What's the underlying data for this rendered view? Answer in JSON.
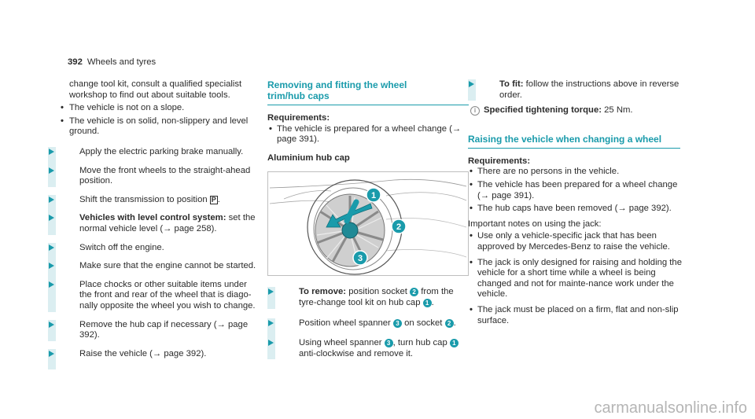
{
  "header": {
    "page_number": "392",
    "section": "Wheels and tyres"
  },
  "col1": {
    "continued": "change tool kit, consult a qualified specialist workshop to find out about suitable tools.",
    "bullets": [
      "The vehicle is not on a slope.",
      "The vehicle is on solid, non-slippery and level ground."
    ],
    "steps": [
      {
        "text": "Apply the electric parking brake manually."
      },
      {
        "text": "Move the front wheels to the straight-ahead position."
      },
      {
        "text": "Shift the transmission to position ",
        "suffix": "."
      },
      {
        "bold": "Vehicles with level control system:",
        "text": " set the normal vehicle level (→ page 258)."
      },
      {
        "text": "Switch off the engine."
      },
      {
        "text": "Make sure that the engine cannot be started."
      },
      {
        "text": "Place chocks or other suitable items under the front and rear of the wheel that is diago-nally opposite the wheel you wish to change."
      },
      {
        "text": "Remove the hub cap if necessary (→ page 392)."
      },
      {
        "text": "Raise the vehicle (→ page 392)."
      }
    ],
    "gear_symbol": "P"
  },
  "col2": {
    "heading": "Removing and fitting the wheel trim/hub caps",
    "requirements_label": "Requirements:",
    "requirements": [
      "The vehicle is prepared for a wheel change (→ page 391)."
    ],
    "subheading": "Aluminium hub cap",
    "figure_callouts": [
      "1",
      "2",
      "3"
    ],
    "step1": {
      "bold": "To remove:",
      "a": " position socket ",
      "b": " from the tyre-change tool kit on hub cap ",
      "c": "."
    },
    "step2": {
      "a": "Position wheel spanner ",
      "b": " on socket ",
      "c": "."
    },
    "step3": {
      "a": "Using wheel spanner ",
      "b": ", turn hub cap ",
      "c": " anti-clockwise and remove it."
    }
  },
  "col3": {
    "fit": {
      "bold": "To fit:",
      "text": " follow the instructions above in reverse order."
    },
    "spec": {
      "bold": "Specified tightening torque:",
      "text": " 25 Nm."
    },
    "heading": "Raising the vehicle when changing a wheel",
    "requirements_label": "Requirements:",
    "requirements": [
      "There are no persons in the vehicle.",
      "The vehicle has been prepared for a wheel change (→ page 391).",
      "The hub caps have been removed (→ page 392)."
    ],
    "important_label": "Important notes on using the jack:",
    "important": [
      "Use only a vehicle-specific jack that has been approved by Mercedes-Benz to raise the vehicle.",
      "The jack is only designed for raising and holding the vehicle for a short time while a wheel is being changed and not for mainte-nance work under the vehicle.",
      "The jack must be placed on a firm, flat and non-slip surface."
    ]
  },
  "footer": "carmanualsonline.info",
  "colors": {
    "accent": "#1a9bab",
    "text": "#2b2b2b"
  }
}
